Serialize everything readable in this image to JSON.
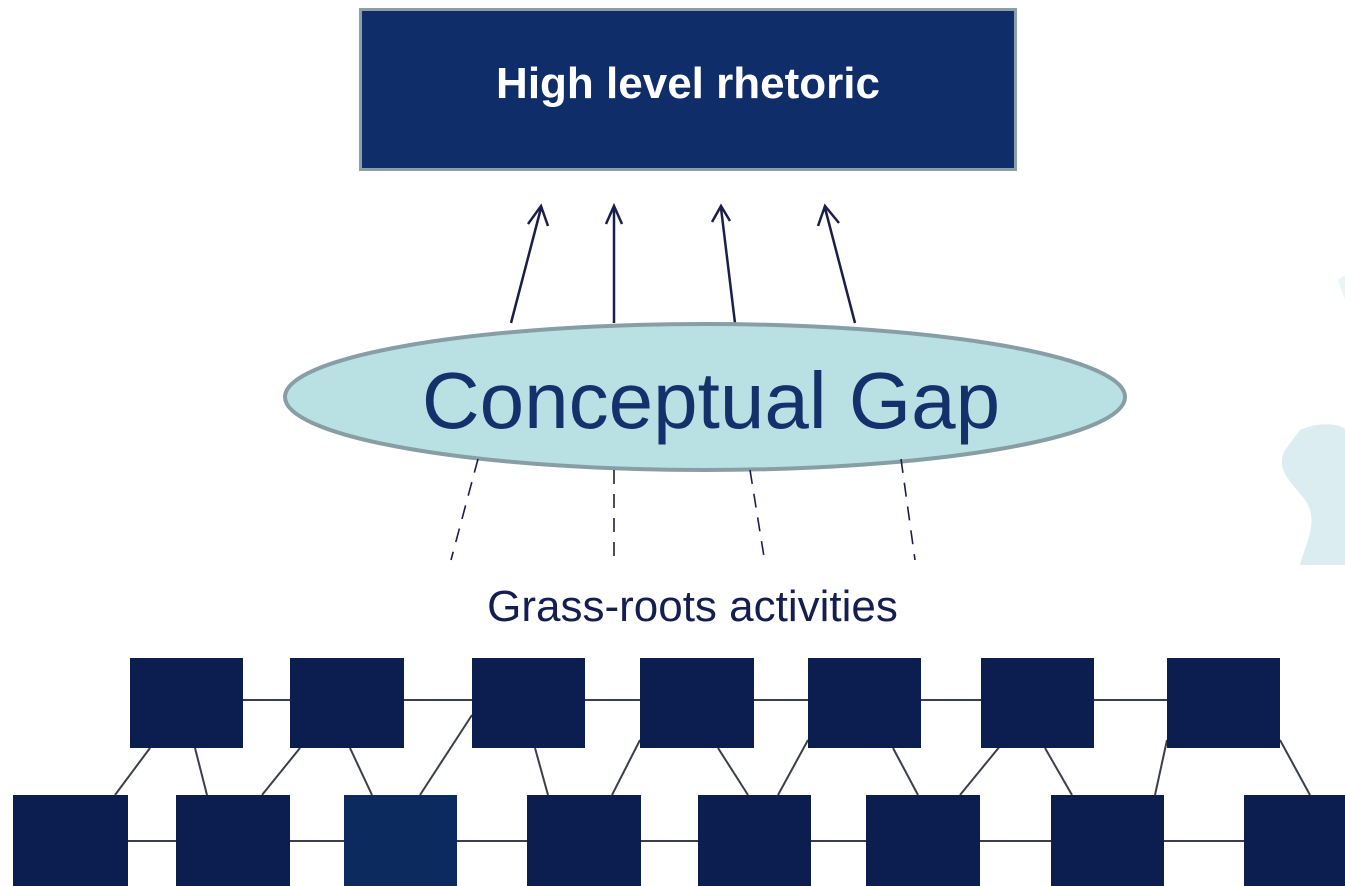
{
  "top_box": {
    "label": "High level rhetoric"
  },
  "ellipse": {
    "label": "Conceptual Gap"
  },
  "grassroots": {
    "label": "Grass-roots activities"
  },
  "colors": {
    "box_fill": "#0f2d69",
    "node_fill": "#0b1e4f",
    "ellipse_fill": "#b9e1e3",
    "ellipse_stroke": "#879ea5",
    "arrow": "#1a1e4a",
    "text_dark": "#14316b"
  }
}
